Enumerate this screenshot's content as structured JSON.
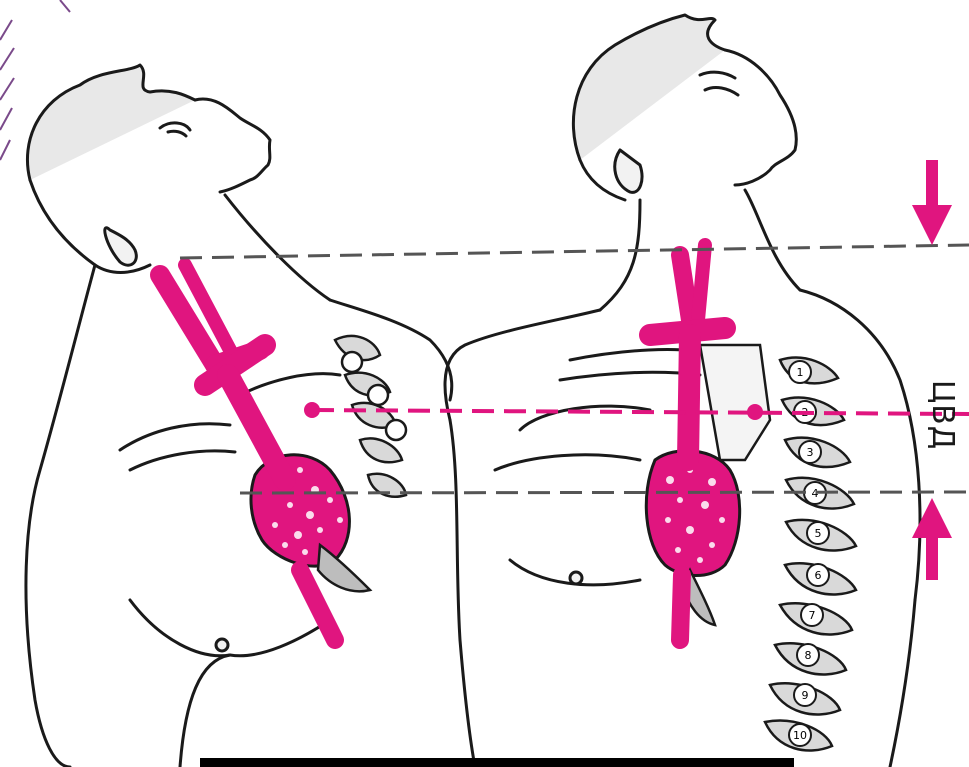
{
  "diagram": {
    "measurement_label": "ЦВД",
    "colors": {
      "vessel": "#e0157f",
      "reference_line": "#555555",
      "measurement_line": "#e0157f",
      "outline": "#1a1a1a",
      "background": "#ffffff"
    },
    "rib_numbers": [
      "1",
      "2",
      "3",
      "4",
      "5",
      "6",
      "7",
      "8",
      "9",
      "10"
    ],
    "icons": [
      "up-arrow-icon",
      "down-arrow-icon"
    ]
  }
}
